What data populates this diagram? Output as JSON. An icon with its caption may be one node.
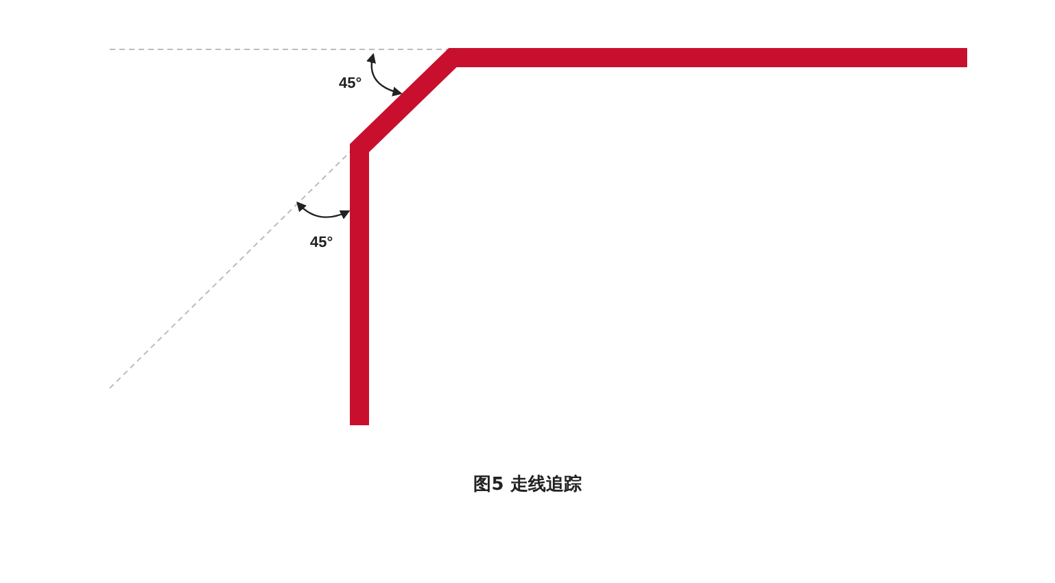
{
  "diagram": {
    "caption": "图5 走线追踪",
    "labels": [
      "45°",
      "45°"
    ]
  }
}
